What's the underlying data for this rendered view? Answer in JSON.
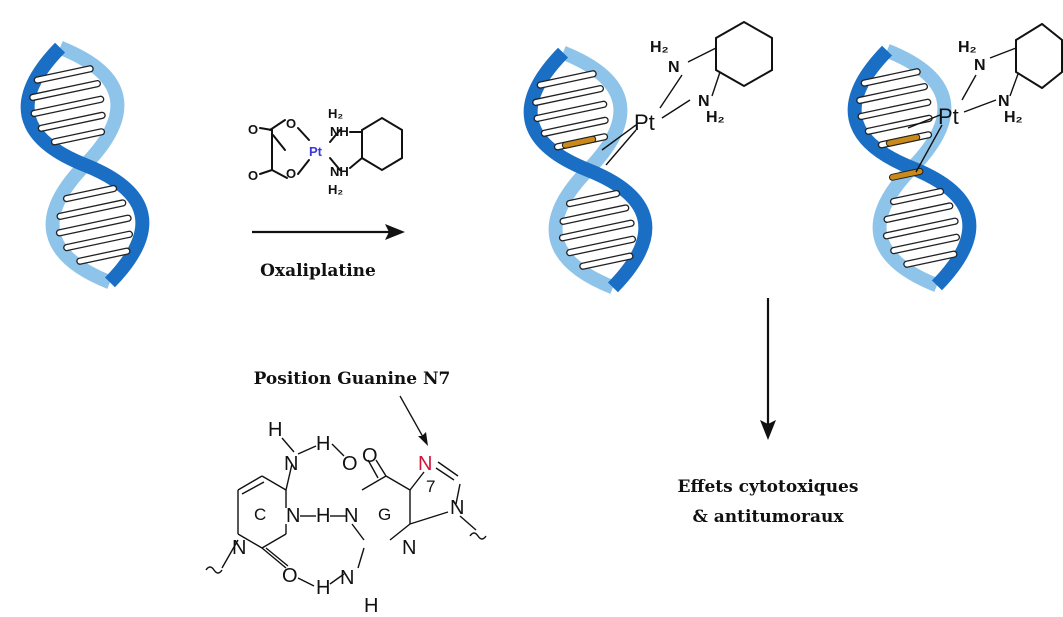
{
  "reagent": {
    "name": "Oxaliplatine",
    "atoms": {
      "o_left_top": "O",
      "o_left_bottom": "O",
      "o_ring_top": "O",
      "o_ring_bottom": "O",
      "pt": "Pt",
      "nh_top": "NH",
      "nh_bottom": "NH",
      "h2_top": "H₂",
      "h2_bottom": "H₂"
    }
  },
  "adducts": {
    "pt": "Pt",
    "h2_top": "H₂",
    "n_top": "N",
    "n_bottom": "N",
    "h2_bottom": "H₂"
  },
  "guanine": {
    "label": "Position Guanine N7",
    "n7": "N",
    "n7_num": "7",
    "ring_c": "C",
    "ring_g": "G",
    "h_top": "H",
    "n_top_left": "N",
    "h_mid_top": "H",
    "o_top_left": "O",
    "o_top_right": "O",
    "n_ring_c": "N",
    "h_center": "H",
    "n_center": "N",
    "n_ring_g": "N",
    "n_left_bottom": "N",
    "o_bottom": "O",
    "h_bottom_bond": "H",
    "n_bottom": "N",
    "h_bottom": "H",
    "n_imid": "N",
    "n_bottom_g": "N",
    "colors": {
      "n7": "#d0163a"
    }
  },
  "outcome": {
    "line1": "Effets cytotoxiques",
    "line2": "& antitumoraux"
  },
  "colors": {
    "helix_blue": "#1a6fc4",
    "helix_light": "#8fc4ea",
    "pt_blue": "#3a3adb",
    "crosslink": "#c98a1a"
  }
}
